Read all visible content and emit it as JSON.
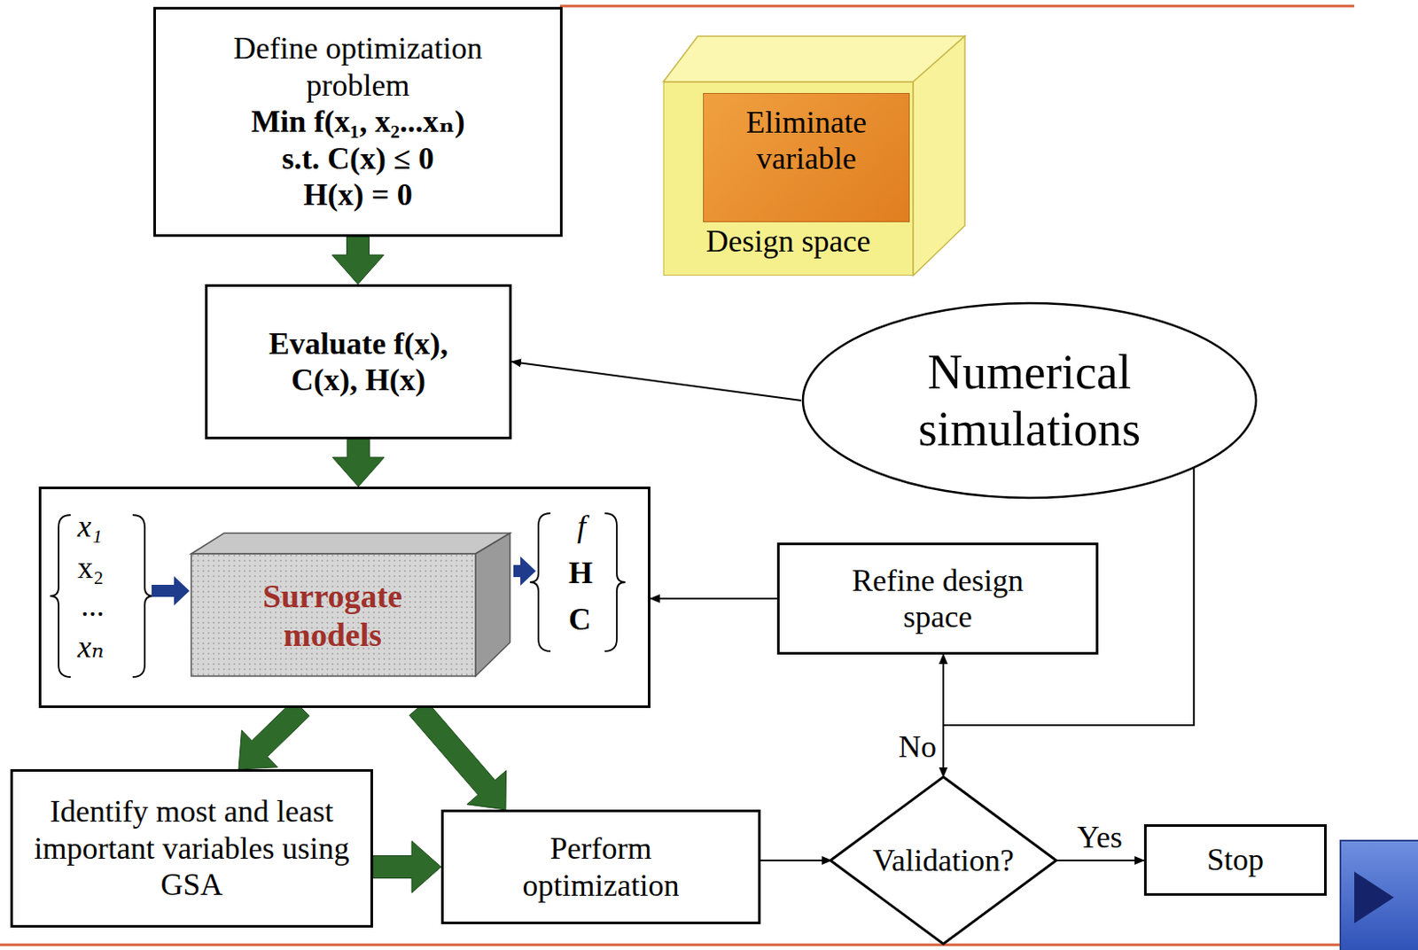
{
  "diagram": {
    "nodes": [
      {
        "text": [
          "Define optimization problem",
          "Min f(x₁, x₂...xₙ)",
          "s.t. C(x) ≤ 0",
          "H(x) = 0"
        ]
      },
      {
        "text": [
          "Design space"
        ]
      },
      {
        "text": [
          "Eliminate variable"
        ],
        "in": 1
      },
      {
        "text": [
          "Evaluate f(x), C(x), H(x)"
        ]
      },
      {
        "text": [
          "Numerical simulations"
        ]
      },
      {
        "text": [
          "x₁",
          "x₂",
          "...",
          "xₙ",
          "f",
          "H",
          "C"
        ]
      },
      {
        "text": [
          "Surrogate models"
        ],
        "in": 5
      },
      {
        "text": [
          "Refine design space"
        ]
      },
      {
        "text": [
          "Identify most and least important variables using GSA"
        ]
      },
      {
        "text": [
          "Perform optimization"
        ]
      },
      {
        "text": [
          "Validation?"
        ]
      },
      {
        "text": [
          "Stop"
        ]
      }
    ],
    "edges": [
      {
        "from": 0,
        "to": 3,
        "arrow": "to"
      },
      {
        "from": 4,
        "to": 3,
        "arrow": "to"
      },
      {
        "from": 3,
        "to": 5,
        "arrow": "to"
      },
      {
        "from": 7,
        "to": 5,
        "arrow": "to"
      },
      {
        "from": 5,
        "to": 8,
        "arrow": "to"
      },
      {
        "from": 5,
        "to": 9,
        "arrow": "to"
      },
      {
        "from": 8,
        "to": 9,
        "arrow": "to"
      },
      {
        "from": 9,
        "to": 10,
        "arrow": "to"
      },
      {
        "from": 10,
        "to": 11,
        "label": "Yes",
        "arrow": "to"
      },
      {
        "from": 10,
        "to": 7,
        "label": "No",
        "arrow": "both"
      },
      {
        "from": 4,
        "to": 7,
        "arrow": "to"
      }
    ]
  }
}
